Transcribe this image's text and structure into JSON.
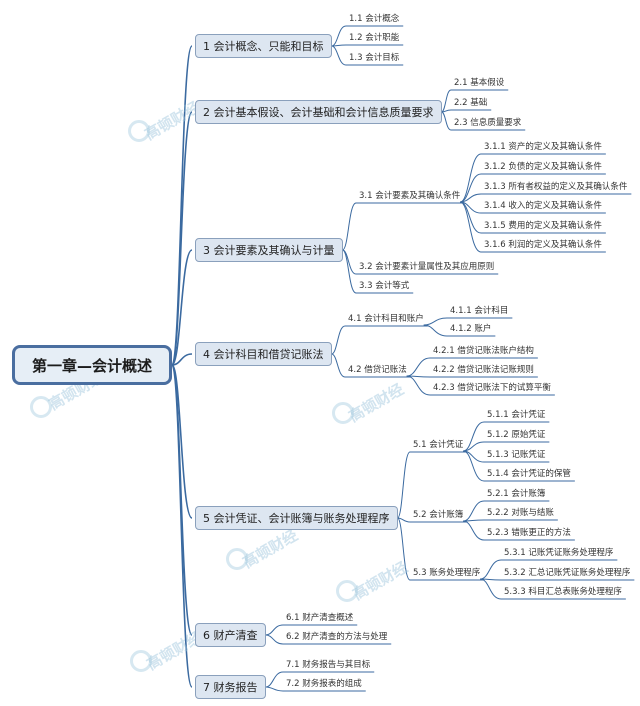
{
  "root": "第一章—会计概述",
  "watermark": "高顿财经",
  "line_color": "#3b6aa0",
  "branches": {
    "b1": {
      "label": "1 会计概念、只能和目标",
      "children": {
        "c1": "1.1 会计概念",
        "c2": "1.2 会计职能",
        "c3": "1.3 会计目标"
      }
    },
    "b2": {
      "label": "2 会计基本假设、会计基础和会计信息质量要求",
      "children": {
        "c1": "2.1 基本假设",
        "c2": "2.2 基础",
        "c3": "2.3 信息质量要求"
      }
    },
    "b3": {
      "label": "3 会计要素及其确认与计量",
      "children": {
        "c1": {
          "label": "3.1 会计要素及其确认条件",
          "children": {
            "g1": "3.1.1 资产的定义及其确认条件",
            "g2": "3.1.2 负债的定义及其确认条件",
            "g3": "3.1.3 所有者权益的定义及其确认条件",
            "g4": "3.1.4 收入的定义及其确认条件",
            "g5": "3.1.5 费用的定义及其确认条件",
            "g6": "3.1.6 利润的定义及其确认条件"
          }
        },
        "c2": "3.2 会计要素计量属性及其应用原则",
        "c3": "3.3 会计等式"
      }
    },
    "b4": {
      "label": "4 会计科目和借贷记账法",
      "children": {
        "c1": {
          "label": "4.1 会计科目和账户",
          "children": {
            "g1": "4.1.1 会计科目",
            "g2": "4.1.2 账户"
          }
        },
        "c2": {
          "label": "4.2 借贷记账法",
          "children": {
            "g1": "4.2.1 借贷记账法账户结构",
            "g2": "4.2.2 借贷记账法记账规则",
            "g3": "4.2.3 借贷记账法下的试算平衡"
          }
        }
      }
    },
    "b5": {
      "label": "5 会计凭证、会计账簿与账务处理程序",
      "children": {
        "c1": {
          "label": "5.1 会计凭证",
          "children": {
            "g1": "5.1.1 会计凭证",
            "g2": "5.1.2 原始凭证",
            "g3": "5.1.3 记账凭证",
            "g4": "5.1.4 会计凭证的保管"
          }
        },
        "c2": {
          "label": "5.2 会计账簿",
          "children": {
            "g1": "5.2.1 会计账簿",
            "g2": "5.2.2 对账与结账",
            "g3": "5.2.3 错账更正的方法"
          }
        },
        "c3": {
          "label": "5.3 账务处理程序",
          "children": {
            "g1": "5.3.1 记账凭证账务处理程序",
            "g2": "5.3.2 汇总记账凭证账务处理程序",
            "g3": "5.3.3 科目汇总表账务处理程序"
          }
        }
      }
    },
    "b6": {
      "label": "6 财产清查",
      "children": {
        "c1": "6.1 财产清查概述",
        "c2": "6.2 财产清查的方法与处理"
      }
    },
    "b7": {
      "label": "7 财务报告",
      "children": {
        "c1": "7.1 财务报告与其目标",
        "c2": "7.2 财务报表的组成"
      }
    }
  }
}
